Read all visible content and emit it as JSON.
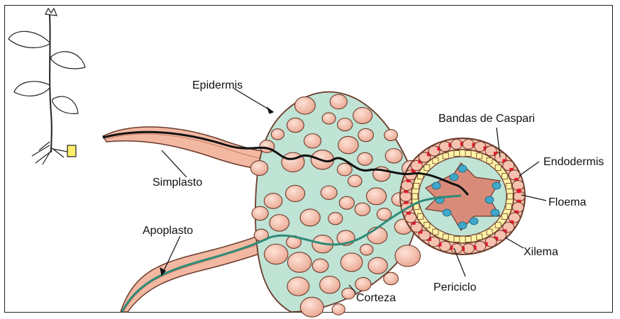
{
  "labels": {
    "epidermis": "Epidermis",
    "bandas": "Bandas de Caspari",
    "endodermis": "Endodermis",
    "floema": "Floema",
    "xilema": "Xilema",
    "periciclo": "Periciclo",
    "corteza": "Corteza",
    "simplasto": "Simplasto",
    "apoplasto": "Apoplasto"
  },
  "colors": {
    "cell_fill": "#f4c2ae",
    "cell_stroke": "#6b3a2a",
    "cortex_bg": "#bfe3d5",
    "endodermis_band": "#e8182c",
    "pericycle": "#fff3a6",
    "xylem": "#3fa7c9",
    "phloem_field": "#d98b7a",
    "apoplast_path": "#2e8b78",
    "symplast_path": "#111111"
  },
  "icons": [
    "plant-icon",
    "root-section-marker-icon"
  ]
}
